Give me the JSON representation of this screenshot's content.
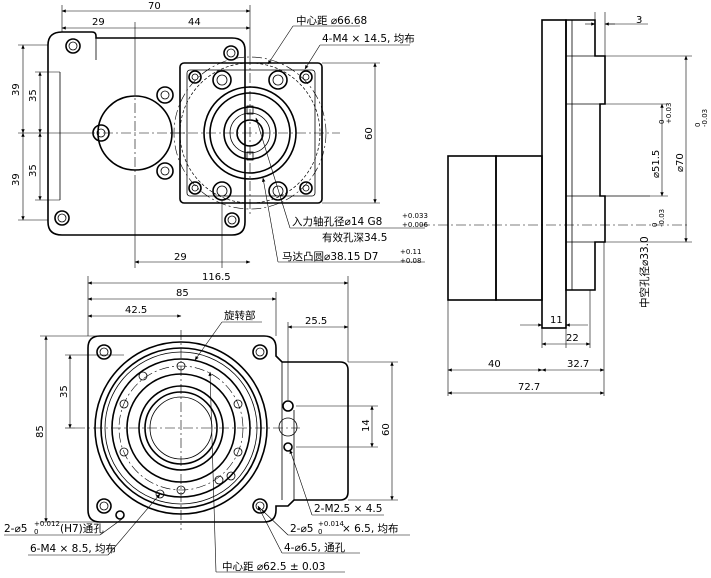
{
  "dims": {
    "d70": "70",
    "d29_top": "29",
    "d44": "44",
    "d39_a": "39",
    "d35_a": "35",
    "d39_b": "39",
    "d35_b": "35",
    "d60_top": "60",
    "d29_bot": "29",
    "d116_5": "116.5",
    "d85_h": "85",
    "d42_5": "42.5",
    "d25_5": "25.5",
    "d35_low": "35",
    "d85_v": "85",
    "d14": "14",
    "d60_low": "60",
    "d3": "3",
    "d11": "11",
    "d22": "22",
    "d40": "40",
    "d32_7": "32.7",
    "d72_7": "72.7"
  },
  "notes": {
    "center_dist_top": "中心距 ⌀66.68",
    "m4_holes": "4-M4 × 14.5, 均布",
    "input_bore": "入力轴孔径⌀14 G8",
    "input_bore_tol_up": "+0.033",
    "input_bore_tol_low": "+0.006",
    "effective_depth": "有效孔深34.5",
    "motor_boss": "马达凸圆⌀38.15 D7",
    "motor_boss_tol_up": "+0.11",
    "motor_boss_tol_low": "+0.08",
    "rotating_part": "旋转部",
    "d51_5": "⌀51.5",
    "d51_5_tol_up": "+0.03",
    "d51_5_tol_low": "0",
    "d70": "⌀70",
    "d70_tol_up": "0",
    "d70_tol_low": "-0.03",
    "hollow_bore": "中空孔径⌀33.0",
    "hollow_bore_tol_up": "0",
    "hollow_bore_tol_low": "-0.03",
    "m2_5": "2-M2.5 × 4.5",
    "pin_h7_a": "2-⌀5",
    "pin_h7_tol_up": "+0.012",
    "pin_h7_tol_low": "0",
    "pin_h7_b": "(H7)通孔",
    "m4_8_5": "6-M4 × 8.5, 均布",
    "pin_b_a": "2-⌀5",
    "pin_b_tol_up": "+0.014",
    "pin_b_tol_low": "0",
    "pin_b_b": "× 6.5, 均布",
    "holes_6_5": "4-⌀6.5, 通孔",
    "center_dist_bot": "中心距 ⌀62.5 ± 0.03"
  }
}
